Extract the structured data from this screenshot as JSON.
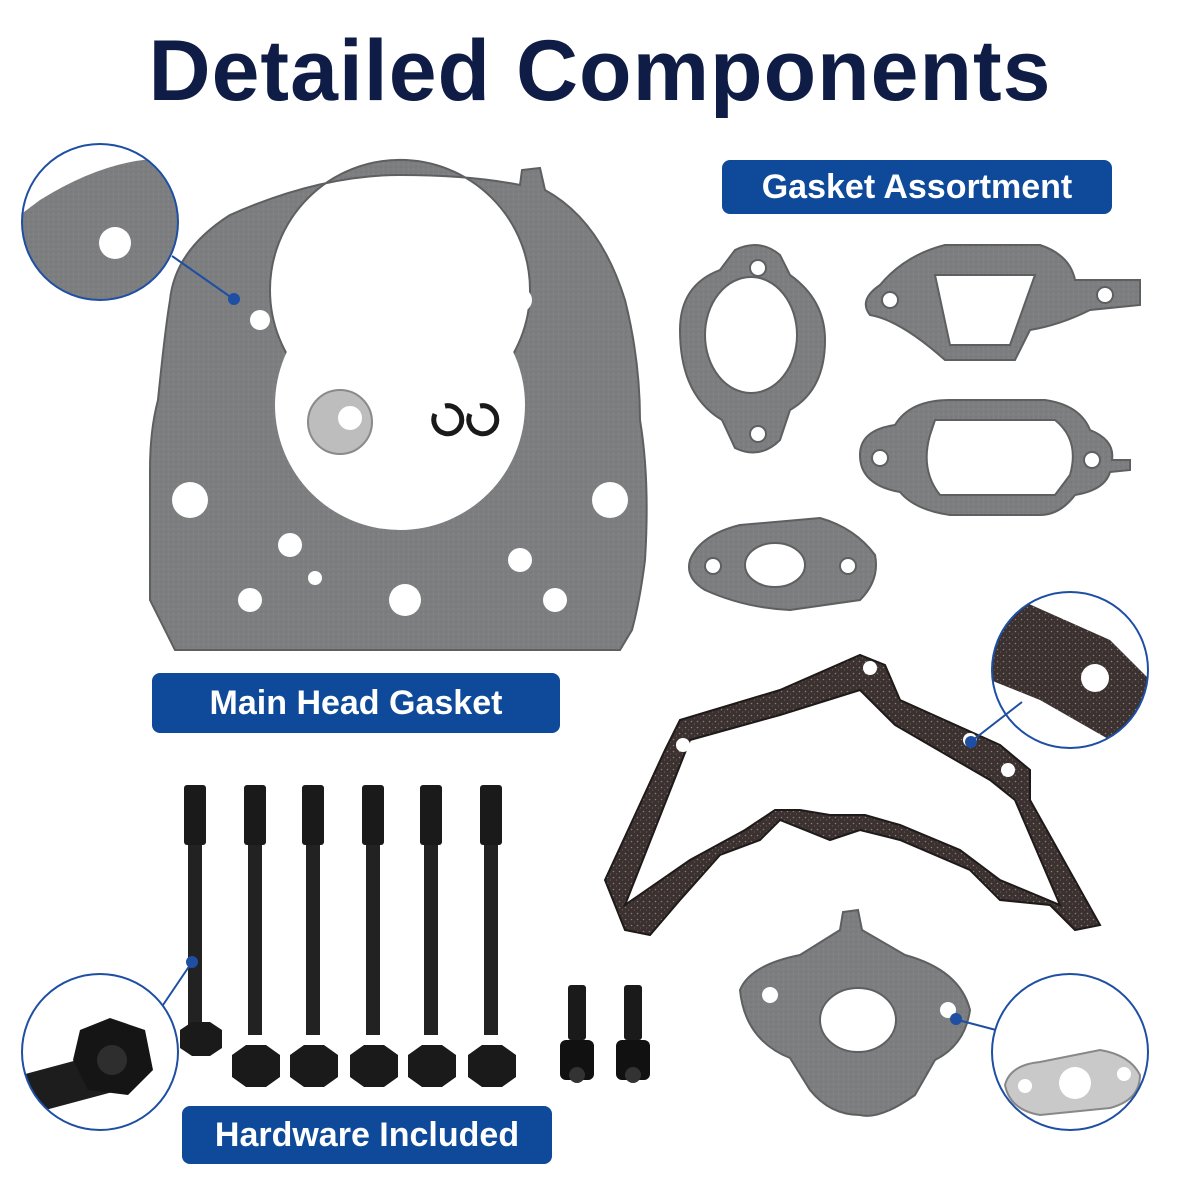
{
  "title": "Detailed Components",
  "labels": {
    "gasket_assortment": "Gasket Assortment",
    "main_head_gasket": "Main Head Gasket",
    "hardware_included": "Hardware Included"
  },
  "colors": {
    "title": "#0f1c45",
    "label_bg": "#0e4a99",
    "label_text": "#ffffff",
    "gray_gasket": "#7b7c7e",
    "cork_gasket": "#3a3130",
    "bolt": "#1e1e1e",
    "callout_ring": "#1e4fa3"
  },
  "icons": [
    "zoom-callout-icon",
    "head-gasket-icon",
    "washer-icon",
    "snap-ring-icon",
    "small-gasket-icon",
    "cork-gasket-icon",
    "head-bolt-icon",
    "socket-screw-icon"
  ]
}
